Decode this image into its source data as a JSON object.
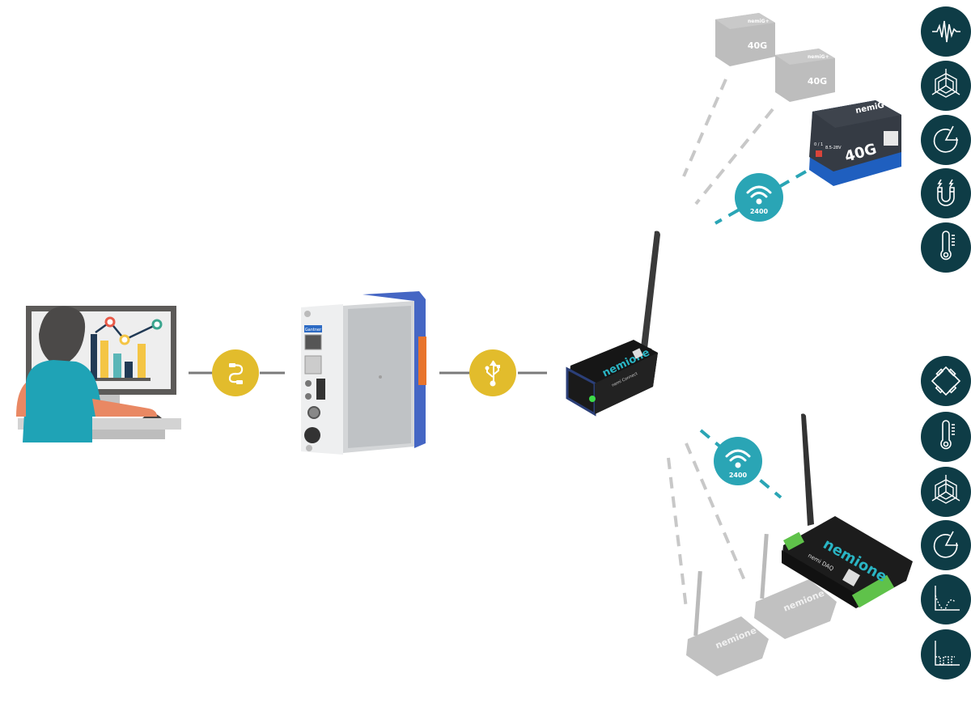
{
  "diagram": {
    "title": "Wireless measurement system topology",
    "colors": {
      "connector_yellow": "#e2bc2c",
      "wireless_teal": "#2aa5b5",
      "sensor_icon_bg": "#0e3c46",
      "line_gray": "#7a7a7a",
      "dash_gray": "#c8c8c8"
    },
    "nodes": {
      "user": {
        "label": "User workstation",
        "icon": "person-at-computer-illustration"
      },
      "cable_link": {
        "label": "Ethernet cable",
        "icon": "cable-icon"
      },
      "controller": {
        "label": "Data acquisition controller",
        "brand_label": "Gantner"
      },
      "usb_link": {
        "label": "USB",
        "icon": "usb-icon"
      },
      "gateway": {
        "label": "nemione Connect",
        "brand": "nemione",
        "model": "nemi Connect"
      },
      "sensor_cube": {
        "brand": "nemiG+",
        "range_label": "40G",
        "voltage_label": "8.5-28V",
        "switch_label": "0 / 1",
        "instances": 3
      },
      "daq": {
        "brand": "nemione",
        "model": "nemi DAQ",
        "instances": 3
      }
    },
    "wireless_badges": [
      {
        "label": "2400",
        "icon": "wifi-icon",
        "target": "sensor_cube"
      },
      {
        "label": "2400",
        "icon": "wifi-icon",
        "target": "daq"
      }
    ],
    "cube_measurements": [
      {
        "name": "vibration",
        "icon": "vibration-wave-icon"
      },
      {
        "name": "3-axis acceleration",
        "icon": "3d-axis-icon"
      },
      {
        "name": "angle",
        "icon": "angle-gauge-icon"
      },
      {
        "name": "magnetic field",
        "icon": "magnet-icon"
      },
      {
        "name": "temperature",
        "icon": "thermometer-icon"
      }
    ],
    "daq_measurements": [
      {
        "name": "strain bridge",
        "icon": "wheatstone-bridge-icon"
      },
      {
        "name": "temperature",
        "icon": "thermometer-icon"
      },
      {
        "name": "3-axis acceleration",
        "icon": "3d-axis-icon"
      },
      {
        "name": "angle",
        "icon": "angle-gauge-icon"
      },
      {
        "name": "analog signal",
        "icon": "analog-wave-chart-icon"
      },
      {
        "name": "digital signal",
        "icon": "digital-pulse-chart-icon"
      }
    ]
  }
}
